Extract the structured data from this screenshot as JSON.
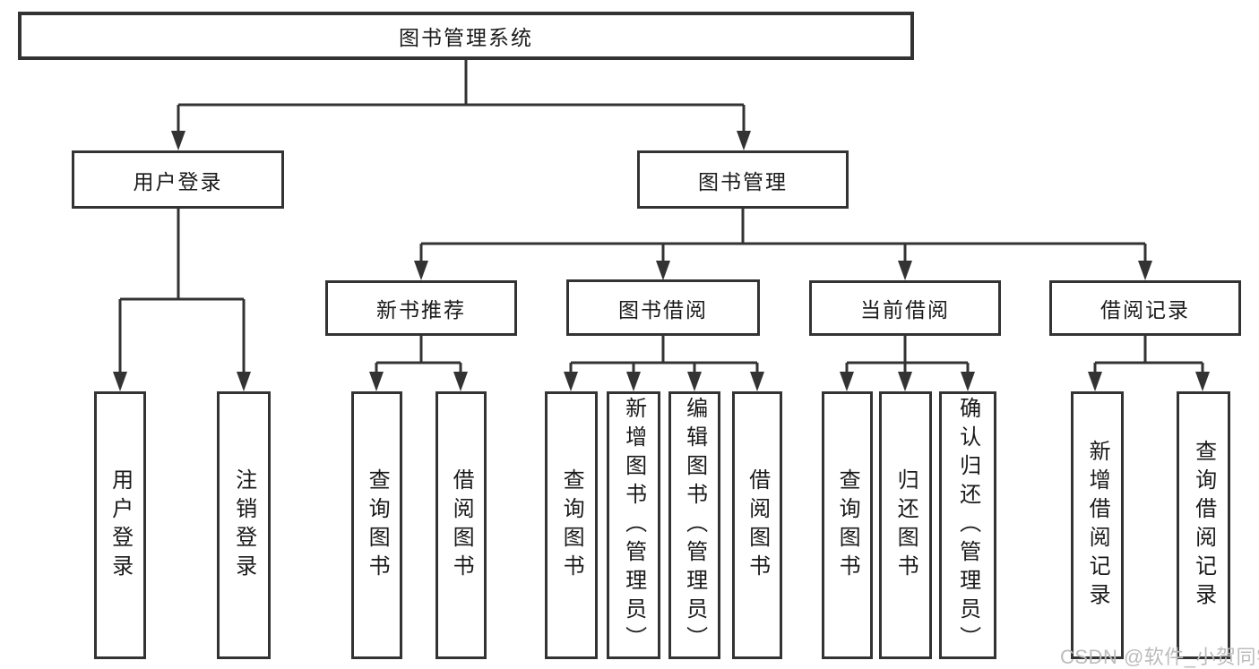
{
  "watermark": "CSDN @软件_小贺同学",
  "colors": {
    "line": "#333333",
    "box_border": "#333333",
    "text": "#1a1a1a",
    "watermark": "#bcbcbc",
    "background": "#ffffff"
  },
  "tree": {
    "root": "图书管理系统",
    "branches": [
      {
        "label": "用户登录",
        "children": [
          "用户登录",
          "注销登录"
        ]
      },
      {
        "label": "图书管理",
        "groups": [
          {
            "label": "新书推荐",
            "children": [
              "查询图书",
              "借阅图书"
            ]
          },
          {
            "label": "图书借阅",
            "children": [
              "查询图书",
              "新增图书（管理员）",
              "编辑图书（管理员）",
              "借阅图书"
            ]
          },
          {
            "label": "当前借阅",
            "children": [
              "查询图书",
              "归还图书",
              "确认归还（管理员）"
            ]
          },
          {
            "label": "借阅记录",
            "children": [
              "新增借阅记录",
              "查询借阅记录"
            ]
          }
        ]
      }
    ]
  }
}
